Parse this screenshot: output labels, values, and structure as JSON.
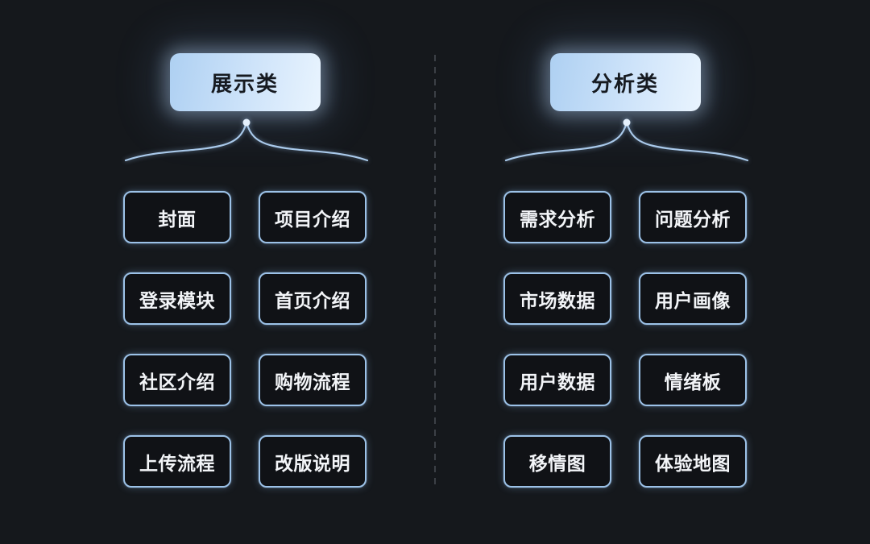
{
  "canvas": {
    "background": "#15181c"
  },
  "colors": {
    "node_border": "#9cc2e8",
    "node_text": "#f3f5f8",
    "header_gradient_start": "#aed0f2",
    "header_gradient_end": "#e9f4fe",
    "header_text": "#161a20",
    "brace_stroke": "#a9c9ea",
    "divider": "#3c4046"
  },
  "groups": [
    {
      "title": "展示类",
      "items": [
        "封面",
        "项目介绍",
        "登录模块",
        "首页介绍",
        "社区介绍",
        "购物流程",
        "上传流程",
        "改版说明"
      ]
    },
    {
      "title": "分析类",
      "items": [
        "需求分析",
        "问题分析",
        "市场数据",
        "用户画像",
        "用户数据",
        "情绪板",
        "移情图",
        "体验地图"
      ]
    }
  ]
}
